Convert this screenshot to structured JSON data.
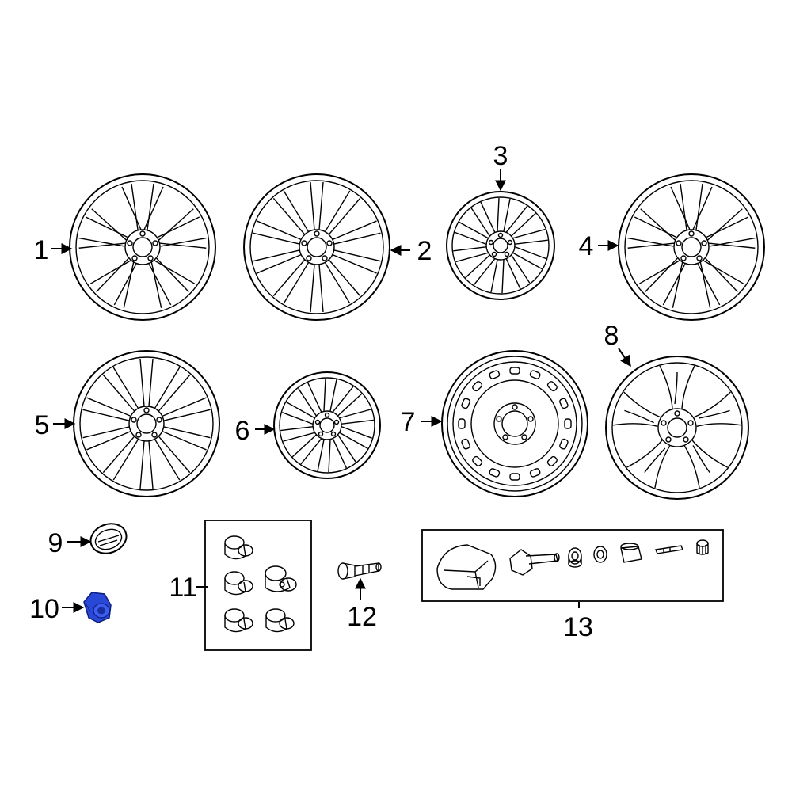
{
  "diagram": {
    "parts": [
      {
        "number": "1",
        "name": "wheel-split-spoke"
      },
      {
        "number": "2",
        "name": "wheel-multi-spoke"
      },
      {
        "number": "3",
        "name": "wheel-small-spoke"
      },
      {
        "number": "4",
        "name": "wheel-split-spoke-alt"
      },
      {
        "number": "5",
        "name": "wheel-multi-spoke-alt"
      },
      {
        "number": "6",
        "name": "wheel-small-spoke-alt"
      },
      {
        "number": "7",
        "name": "wheel-steel-spare"
      },
      {
        "number": "8",
        "name": "wheel-y-spoke"
      },
      {
        "number": "9",
        "name": "center-cap"
      },
      {
        "number": "10",
        "name": "lug-nut"
      },
      {
        "number": "11",
        "name": "wheel-lock-set"
      },
      {
        "number": "12",
        "name": "valve-stem"
      },
      {
        "number": "13",
        "name": "tpms-sensor-kit"
      }
    ],
    "highlight_color": "#2a48d6",
    "line_color": "#000000",
    "background": "#ffffff"
  }
}
